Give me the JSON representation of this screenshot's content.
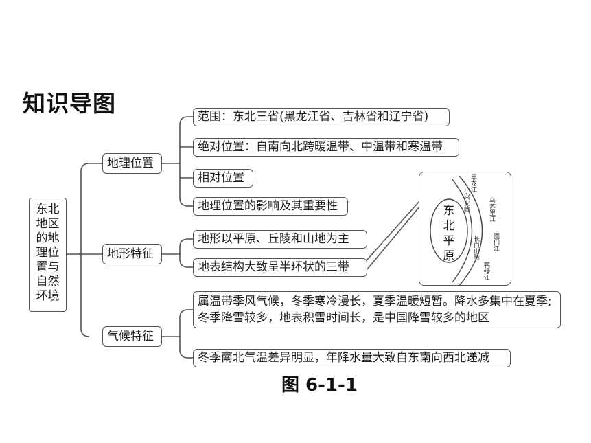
{
  "title": "知识导图",
  "root": "东北地区的地理位置与自然环境",
  "categories": {
    "location": "地理位置",
    "terrain": "地形特征",
    "climate": "气候特征"
  },
  "location_items": [
    "范围：东北三省(黑龙江省、吉林省和辽宁省)",
    "绝对位置：自南向北跨暖温带、中温带和寒温带",
    "相对位置",
    "地理位置的影响及其重要性"
  ],
  "terrain_items": [
    "地形以平原、丘陵和山地为主",
    "地表结构大致呈半环状的三带"
  ],
  "climate_items": [
    "属温带季风气候，冬季寒冷漫长，夏季温暖短暂。降水多集中在夏季;冬季降雪较多，地表积雪时间长，是中国降雪较多的地区",
    "冬季南北气温差异明显，年降水量大致自东南向西北递减"
  ],
  "map": {
    "plain": "东北平原",
    "inner_labels": [
      "小兴安岭",
      "长白山脉"
    ],
    "outer_labels": [
      "黑龙江",
      "乌苏里江",
      "图们江",
      "鸭绿江"
    ]
  },
  "caption": "图 6-1-1"
}
